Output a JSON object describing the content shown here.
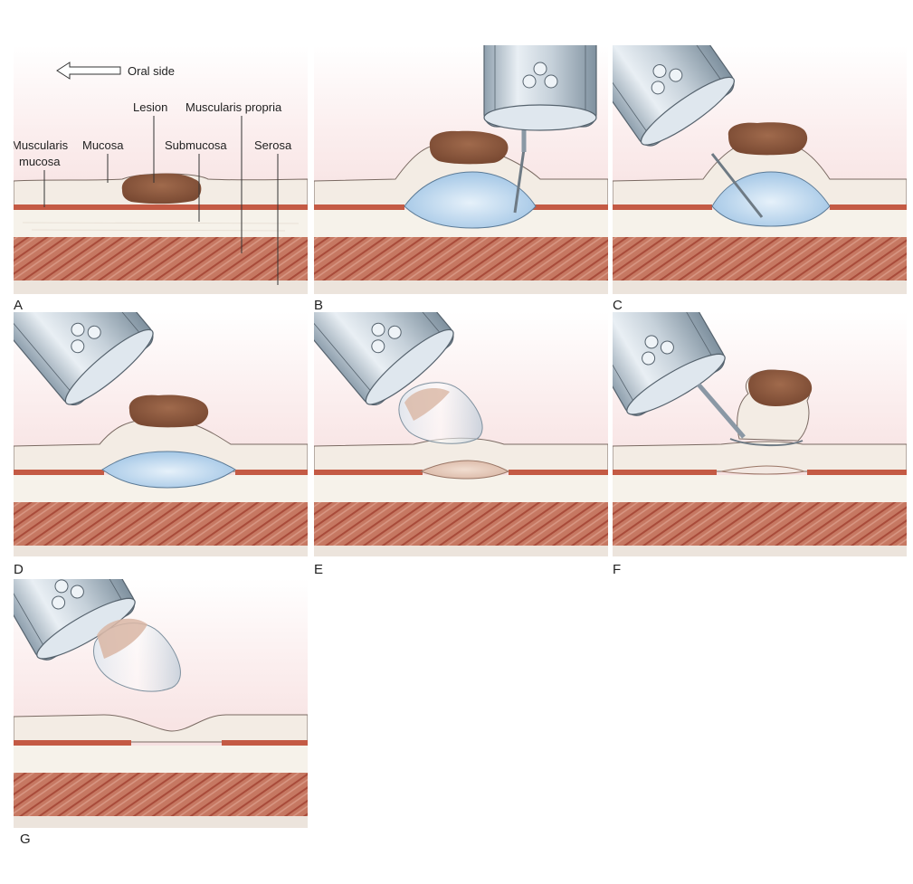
{
  "figure": {
    "orientation": "Oral side",
    "layers": {
      "lesion": "Lesion",
      "muscularis_propria": "Muscularis propria",
      "muscularis_mucosa": "Muscularis mucosa",
      "mucosa": "Mucosa",
      "submucosa": "Submucosa",
      "serosa": "Serosa"
    },
    "panels": [
      "A",
      "B",
      "C",
      "D",
      "E",
      "F",
      "G"
    ]
  },
  "colors": {
    "background_pink": "#f5d9d9",
    "mucosa": "#f3efe6",
    "muscularis_mucosa": "#c45a44",
    "submucosa": "#f6f2ea",
    "muscle": "#c67862",
    "muscle_stripe": "#a84b3a",
    "lesion": "#8d5a3f",
    "bleb": "#bcd7ee",
    "scope_metal": "#c9d3dc"
  }
}
